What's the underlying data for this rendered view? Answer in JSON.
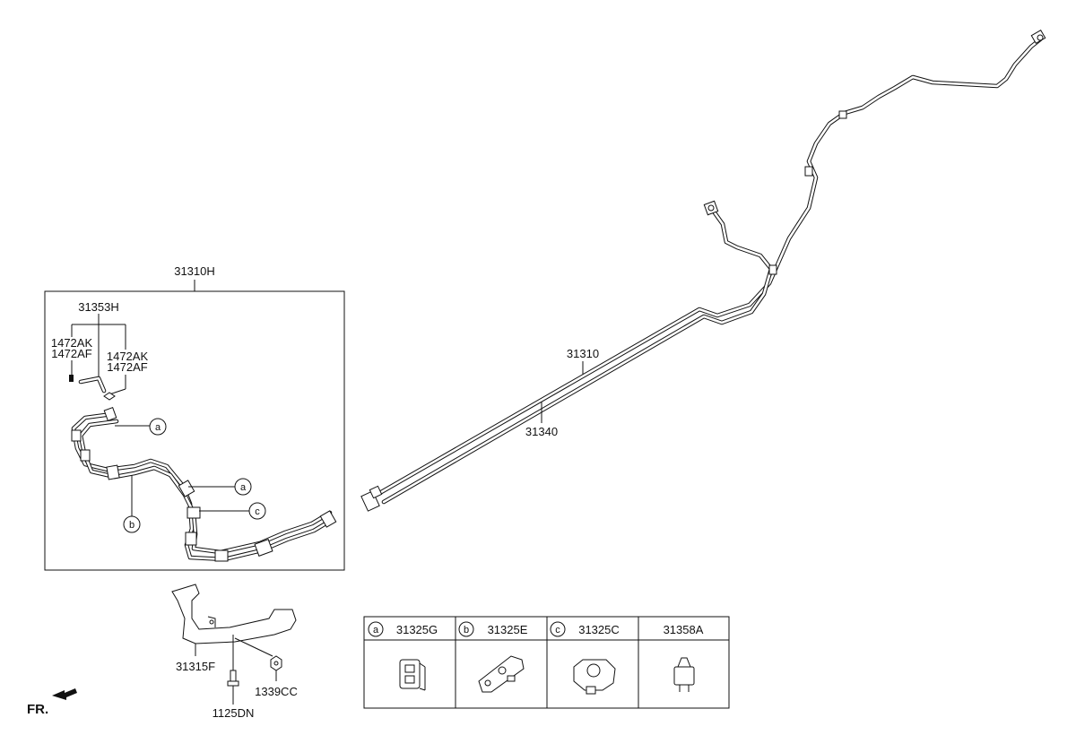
{
  "labels": {
    "assembly": "31310H",
    "hose": "31353H",
    "clip_left_1": "1472AK",
    "clip_left_2": "1472AF",
    "clip_right_1": "1472AK",
    "clip_right_2": "1472AF",
    "tube_main": "31310",
    "tube_second": "31340",
    "bracket": "31315F",
    "bolt": "1125DN",
    "nut": "1339CC",
    "front": "FR."
  },
  "callouts": {
    "a1": "a",
    "a2": "a",
    "b": "b",
    "c": "c"
  },
  "parts_table": {
    "columns": [
      {
        "letter": "a",
        "part": "31325G"
      },
      {
        "letter": "b",
        "part": "31325E"
      },
      {
        "letter": "c",
        "part": "31325C"
      },
      {
        "letter": "",
        "part": "31358A"
      }
    ]
  }
}
